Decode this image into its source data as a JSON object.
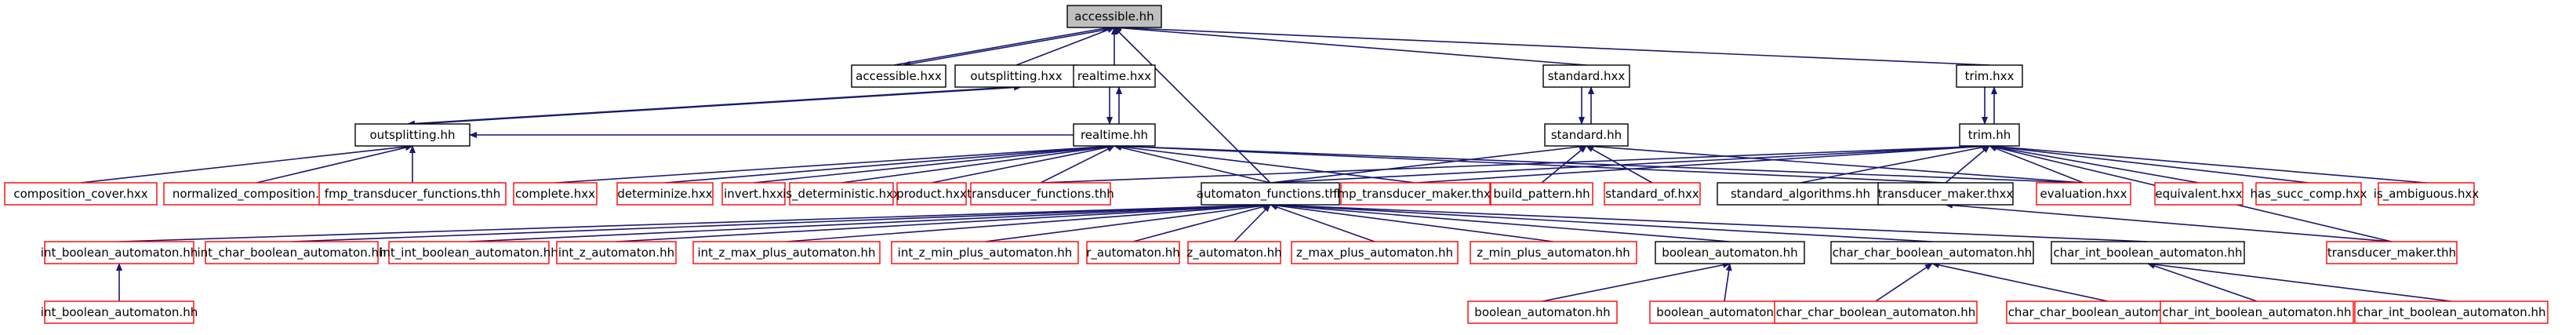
{
  "diagram": {
    "edge_color": "#191970",
    "border_colors": {
      "documented": "#000000",
      "undocumented": "#ff0000",
      "root_fill": "#bfbfbf"
    },
    "nodes": [
      {
        "id": "accessible_hh",
        "label": "accessible.hh",
        "kind": "root"
      },
      {
        "id": "accessible_hxx",
        "label": "accessible.hxx",
        "kind": "black"
      },
      {
        "id": "outsplitting_hxx",
        "label": "outsplitting.hxx",
        "kind": "black"
      },
      {
        "id": "realtime_hxx",
        "label": "realtime.hxx",
        "kind": "black"
      },
      {
        "id": "standard_hxx",
        "label": "standard.hxx",
        "kind": "black"
      },
      {
        "id": "trim_hxx",
        "label": "trim.hxx",
        "kind": "black"
      },
      {
        "id": "outsplitting_hh",
        "label": "outsplitting.hh",
        "kind": "black"
      },
      {
        "id": "realtime_hh",
        "label": "realtime.hh",
        "kind": "black"
      },
      {
        "id": "standard_hh",
        "label": "standard.hh",
        "kind": "black"
      },
      {
        "id": "trim_hh",
        "label": "trim.hh",
        "kind": "black"
      },
      {
        "id": "composition_cover_hxx",
        "label": "composition_cover.hxx",
        "kind": "red"
      },
      {
        "id": "normalized_composition_hxx",
        "label": "normalized_composition.hxx",
        "kind": "red"
      },
      {
        "id": "fmp_transducer_functions_thh",
        "label": "fmp_transducer_functions.thh",
        "kind": "red"
      },
      {
        "id": "complete_hxx",
        "label": "complete.hxx",
        "kind": "red"
      },
      {
        "id": "determinize_hxx",
        "label": "determinize.hxx",
        "kind": "red"
      },
      {
        "id": "invert_hxx",
        "label": "invert.hxx",
        "kind": "red"
      },
      {
        "id": "is_deterministic_hxx",
        "label": "is_deterministic.hxx",
        "kind": "red"
      },
      {
        "id": "product_hxx",
        "label": "product.hxx",
        "kind": "red"
      },
      {
        "id": "transducer_functions_thh",
        "label": "transducer_functions.thh",
        "kind": "red"
      },
      {
        "id": "automaton_functions_thh",
        "label": "automaton_functions.thh",
        "kind": "black"
      },
      {
        "id": "fmp_transducer_maker_thxx",
        "label": "fmp_transducer_maker.thxx",
        "kind": "red"
      },
      {
        "id": "build_pattern_hh",
        "label": "build_pattern.hh",
        "kind": "red"
      },
      {
        "id": "standard_of_hxx",
        "label": "standard_of.hxx",
        "kind": "red"
      },
      {
        "id": "standard_algorithms_hh",
        "label": "standard_algorithms.hh",
        "kind": "black"
      },
      {
        "id": "transducer_maker_thxx",
        "label": "transducer_maker.thxx",
        "kind": "black"
      },
      {
        "id": "evaluation_hxx",
        "label": "evaluation.hxx",
        "kind": "red"
      },
      {
        "id": "equivalent_hxx",
        "label": "equivalent.hxx",
        "kind": "red"
      },
      {
        "id": "has_succ_comp_hxx",
        "label": "has_succ_comp.hxx",
        "kind": "red"
      },
      {
        "id": "is_ambiguous_hxx",
        "label": "is_ambiguous.hxx",
        "kind": "red"
      },
      {
        "id": "int_boolean_automaton_hh",
        "label": "int_boolean_automaton.hh",
        "kind": "red"
      },
      {
        "id": "int_char_boolean_automaton_hh",
        "label": "int_char_boolean_automaton.hh",
        "kind": "red"
      },
      {
        "id": "int_int_boolean_automaton_hh",
        "label": "int_int_boolean_automaton.hh",
        "kind": "red"
      },
      {
        "id": "int_z_automaton_hh",
        "label": "int_z_automaton.hh",
        "kind": "red"
      },
      {
        "id": "int_z_max_plus_automaton_hh",
        "label": "int_z_max_plus_automaton.hh",
        "kind": "red"
      },
      {
        "id": "int_z_min_plus_automaton_hh",
        "label": "int_z_min_plus_automaton.hh",
        "kind": "red"
      },
      {
        "id": "r_automaton_hh",
        "label": "r_automaton.hh",
        "kind": "red"
      },
      {
        "id": "z_automaton_hh",
        "label": "z_automaton.hh",
        "kind": "red"
      },
      {
        "id": "z_max_plus_automaton_hh",
        "label": "z_max_plus_automaton.hh",
        "kind": "red"
      },
      {
        "id": "z_min_plus_automaton_hh",
        "label": "z_min_plus_automaton.hh",
        "kind": "red"
      },
      {
        "id": "boolean_automaton_hh",
        "label": "boolean_automaton.hh",
        "kind": "black"
      },
      {
        "id": "char_char_boolean_automaton_hh",
        "label": "char_char_boolean_automaton.hh",
        "kind": "black"
      },
      {
        "id": "char_int_boolean_automaton_hh",
        "label": "char_int_boolean_automaton.hh",
        "kind": "black"
      },
      {
        "id": "transducer_maker_thh",
        "label": "transducer_maker.thh",
        "kind": "red"
      },
      {
        "id": "int_boolean_automaton_hh_2",
        "label": "int_boolean_automaton.hh",
        "kind": "red"
      },
      {
        "id": "boolean_automaton_hh_a",
        "label": "boolean_automaton.hh",
        "kind": "red"
      },
      {
        "id": "boolean_automaton_hh_b",
        "label": "boolean_automaton.hh",
        "kind": "red"
      },
      {
        "id": "char_char_boolean_automaton_hh_a",
        "label": "char_char_boolean_automaton.hh",
        "kind": "red"
      },
      {
        "id": "char_char_boolean_automaton_hh_b",
        "label": "char_char_boolean_automaton.hh",
        "kind": "red"
      },
      {
        "id": "char_int_boolean_automaton_hh_a",
        "label": "char_int_boolean_automaton.hh",
        "kind": "red"
      },
      {
        "id": "char_int_boolean_automaton_hh_b",
        "label": "char_int_boolean_automaton.hh",
        "kind": "red"
      }
    ],
    "edges": [
      [
        "accessible_hxx",
        "accessible_hh"
      ],
      [
        "accessible_hh",
        "accessible_hxx"
      ],
      [
        "outsplitting_hxx",
        "accessible_hh"
      ],
      [
        "realtime_hxx",
        "accessible_hh"
      ],
      [
        "standard_hxx",
        "accessible_hh"
      ],
      [
        "trim_hxx",
        "accessible_hh"
      ],
      [
        "automaton_functions_thh",
        "accessible_hh"
      ],
      [
        "outsplitting_hh",
        "outsplitting_hxx"
      ],
      [
        "outsplitting_hxx",
        "outsplitting_hh"
      ],
      [
        "realtime_hh",
        "outsplitting_hh"
      ],
      [
        "realtime_hh",
        "realtime_hxx"
      ],
      [
        "realtime_hxx",
        "realtime_hh"
      ],
      [
        "standard_hh",
        "standard_hxx"
      ],
      [
        "standard_hxx",
        "standard_hh"
      ],
      [
        "trim_hh",
        "trim_hxx"
      ],
      [
        "trim_hxx",
        "trim_hh"
      ],
      [
        "composition_cover_hxx",
        "outsplitting_hh"
      ],
      [
        "normalized_composition_hxx",
        "outsplitting_hh"
      ],
      [
        "fmp_transducer_functions_thh",
        "outsplitting_hh"
      ],
      [
        "complete_hxx",
        "realtime_hh"
      ],
      [
        "determinize_hxx",
        "realtime_hh"
      ],
      [
        "invert_hxx",
        "realtime_hh"
      ],
      [
        "is_deterministic_hxx",
        "realtime_hh"
      ],
      [
        "product_hxx",
        "realtime_hh"
      ],
      [
        "transducer_functions_thh",
        "realtime_hh"
      ],
      [
        "automaton_functions_thh",
        "realtime_hh"
      ],
      [
        "fmp_transducer_maker_thxx",
        "realtime_hh"
      ],
      [
        "transducer_maker_thxx",
        "realtime_hh"
      ],
      [
        "evaluation_hxx",
        "realtime_hh"
      ],
      [
        "automaton_functions_thh",
        "standard_hh"
      ],
      [
        "build_pattern_hh",
        "standard_hh"
      ],
      [
        "standard_of_hxx",
        "standard_hh"
      ],
      [
        "evaluation_hxx",
        "standard_hh"
      ],
      [
        "transducer_functions_thh",
        "trim_hh"
      ],
      [
        "automaton_functions_thh",
        "trim_hh"
      ],
      [
        "fmp_transducer_maker_thxx",
        "trim_hh"
      ],
      [
        "standard_algorithms_hh",
        "trim_hh"
      ],
      [
        "transducer_maker_thxx",
        "trim_hh"
      ],
      [
        "evaluation_hxx",
        "trim_hh"
      ],
      [
        "equivalent_hxx",
        "trim_hh"
      ],
      [
        "has_succ_comp_hxx",
        "trim_hh"
      ],
      [
        "is_ambiguous_hxx",
        "trim_hh"
      ],
      [
        "transducer_maker_thh",
        "trim_hh"
      ],
      [
        "int_boolean_automaton_hh",
        "automaton_functions_thh"
      ],
      [
        "int_char_boolean_automaton_hh",
        "automaton_functions_thh"
      ],
      [
        "int_int_boolean_automaton_hh",
        "automaton_functions_thh"
      ],
      [
        "int_z_automaton_hh",
        "automaton_functions_thh"
      ],
      [
        "int_z_max_plus_automaton_hh",
        "automaton_functions_thh"
      ],
      [
        "int_z_min_plus_automaton_hh",
        "automaton_functions_thh"
      ],
      [
        "r_automaton_hh",
        "automaton_functions_thh"
      ],
      [
        "z_automaton_hh",
        "automaton_functions_thh"
      ],
      [
        "z_max_plus_automaton_hh",
        "automaton_functions_thh"
      ],
      [
        "z_min_plus_automaton_hh",
        "automaton_functions_thh"
      ],
      [
        "boolean_automaton_hh",
        "automaton_functions_thh"
      ],
      [
        "char_char_boolean_automaton_hh",
        "automaton_functions_thh"
      ],
      [
        "char_int_boolean_automaton_hh",
        "automaton_functions_thh"
      ],
      [
        "transducer_maker_thh",
        "transducer_maker_thxx"
      ],
      [
        "int_boolean_automaton_hh_2",
        "int_boolean_automaton_hh"
      ],
      [
        "boolean_automaton_hh_a",
        "boolean_automaton_hh"
      ],
      [
        "boolean_automaton_hh_b",
        "boolean_automaton_hh"
      ],
      [
        "char_char_boolean_automaton_hh_a",
        "char_char_boolean_automaton_hh"
      ],
      [
        "char_char_boolean_automaton_hh_b",
        "char_char_boolean_automaton_hh"
      ],
      [
        "char_int_boolean_automaton_hh_a",
        "char_int_boolean_automaton_hh"
      ],
      [
        "char_int_boolean_automaton_hh_b",
        "char_int_boolean_automaton_hh"
      ]
    ]
  }
}
